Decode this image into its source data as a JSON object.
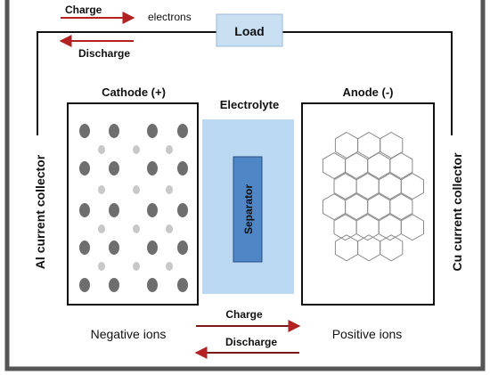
{
  "labels": {
    "charge_top": "Charge",
    "electrons": "electrons",
    "discharge_top": "Discharge",
    "load": "Load",
    "cathode": "Cathode (+)",
    "electrolyte": "Electrolyte",
    "anode": "Anode (-)",
    "separator": "Separator",
    "al_collector": "Al current collector",
    "cu_collector": "Cu current collector",
    "negative_ions": "Negative ions",
    "positive_ions": "Positive ions",
    "charge_bottom": "Charge",
    "discharge_bottom": "Discharge"
  },
  "colors": {
    "arrow": "#b22222",
    "load_fill": "#c9dff2",
    "electrolyte_fill": "#bcd9f3",
    "separator_fill": "#4f86c6",
    "large_ion": "#6e6e6e",
    "small_ion": "#c8c8c8",
    "container": "#555555"
  }
}
